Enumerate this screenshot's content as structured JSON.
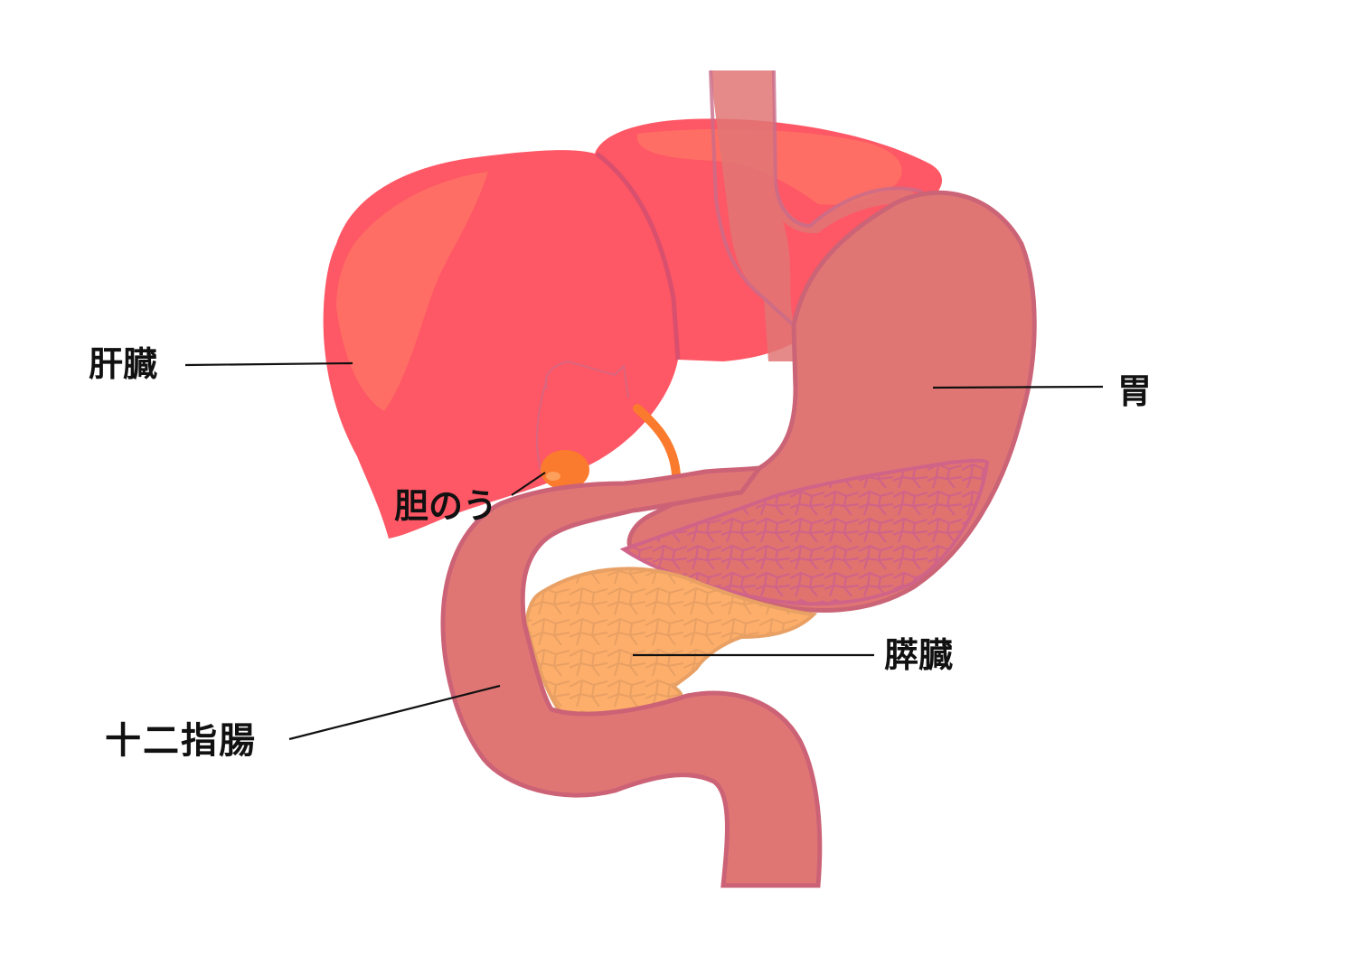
{
  "diagram": {
    "type": "anatomical-illustration",
    "subject": "upper digestive organs",
    "labels": {
      "liver": "肝臓",
      "gallbladder": "胆のう",
      "stomach": "胃",
      "pancreas": "膵臓",
      "duodenum": "十二指腸"
    },
    "colors": {
      "liver": "#fe5765",
      "liver_highlight": "#ff7165",
      "liver_edge": "#d94f6e",
      "stomach": "#e07674",
      "stomach_edge": "#cb6476",
      "stomach_texture": "#d06388",
      "esophagus": "#e07674",
      "gallbladder": "#fb7b2e",
      "bile_duct": "#fb7b2e",
      "pancreas": "#fdae6a",
      "pancreas_texture": "#e8a064",
      "duodenum": "#e07674",
      "duodenum_edge": "#cc6276",
      "leader_line": "#111111",
      "background": "#ffffff"
    }
  }
}
